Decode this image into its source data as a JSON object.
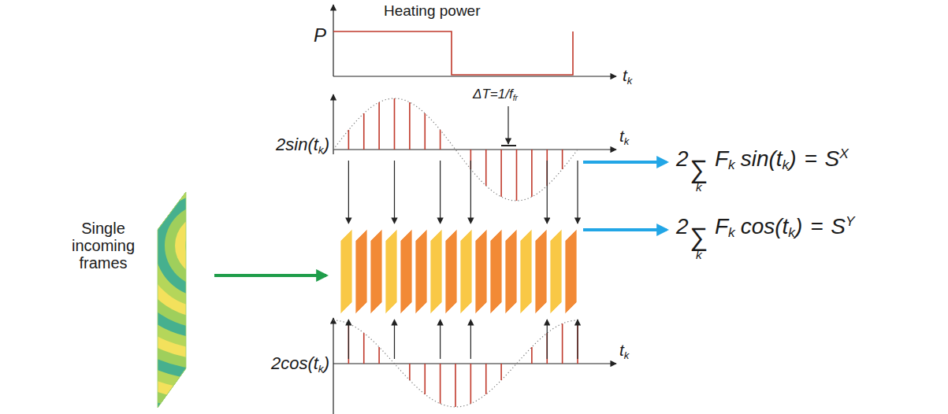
{
  "diagram": {
    "labels": [
      "Heating power",
      "P",
      "t",
      "k",
      "2sin(t",
      "k",
      ")",
      "ΔT=1/f",
      "fr",
      "t",
      "k",
      "2cos(t",
      "k",
      ")",
      "t",
      "k",
      "Single incoming frames",
      "2",
      "∑",
      "k",
      "F",
      "k",
      "sin(t",
      "k",
      ")",
      "=",
      "S",
      "X",
      "2",
      "∑",
      "k",
      "F",
      "k",
      "cos(t",
      "k",
      ")",
      "=",
      "S",
      "Y"
    ]
  }
}
